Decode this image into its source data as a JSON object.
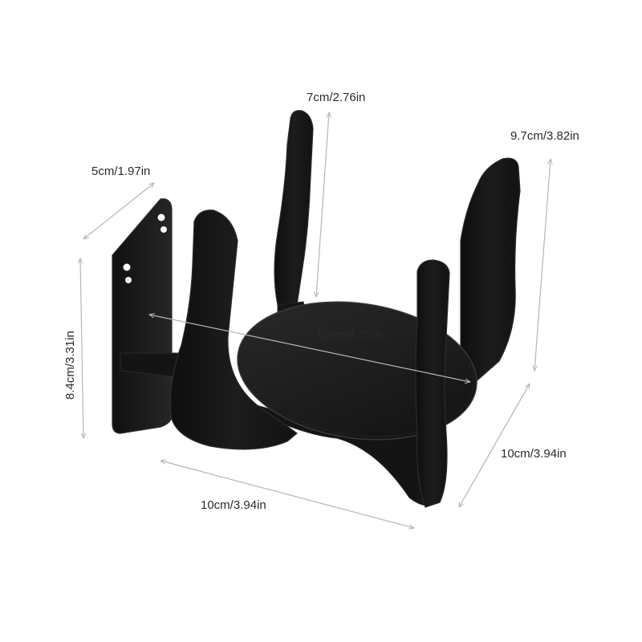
{
  "product": {
    "name": "black acrylic wall-mounted stand",
    "body_color": "#1a1a1a",
    "edge_color": "#2c2c2c",
    "highlight_color": "#3d3d3d"
  },
  "dimensions": {
    "top_prong": "7cm/2.76in",
    "right_prong": "9.7cm/3.82in",
    "wall_plate": "5cm/1.97in",
    "plate_height": "8.4cm/3.31in",
    "platform_diameter": "12cm/4.72in",
    "depth_right": "10cm/3.94in",
    "width_bottom": "10cm/3.94in"
  },
  "colors": {
    "dimension_line": "#b5b5b5",
    "label_text": "#2b2b2b"
  }
}
